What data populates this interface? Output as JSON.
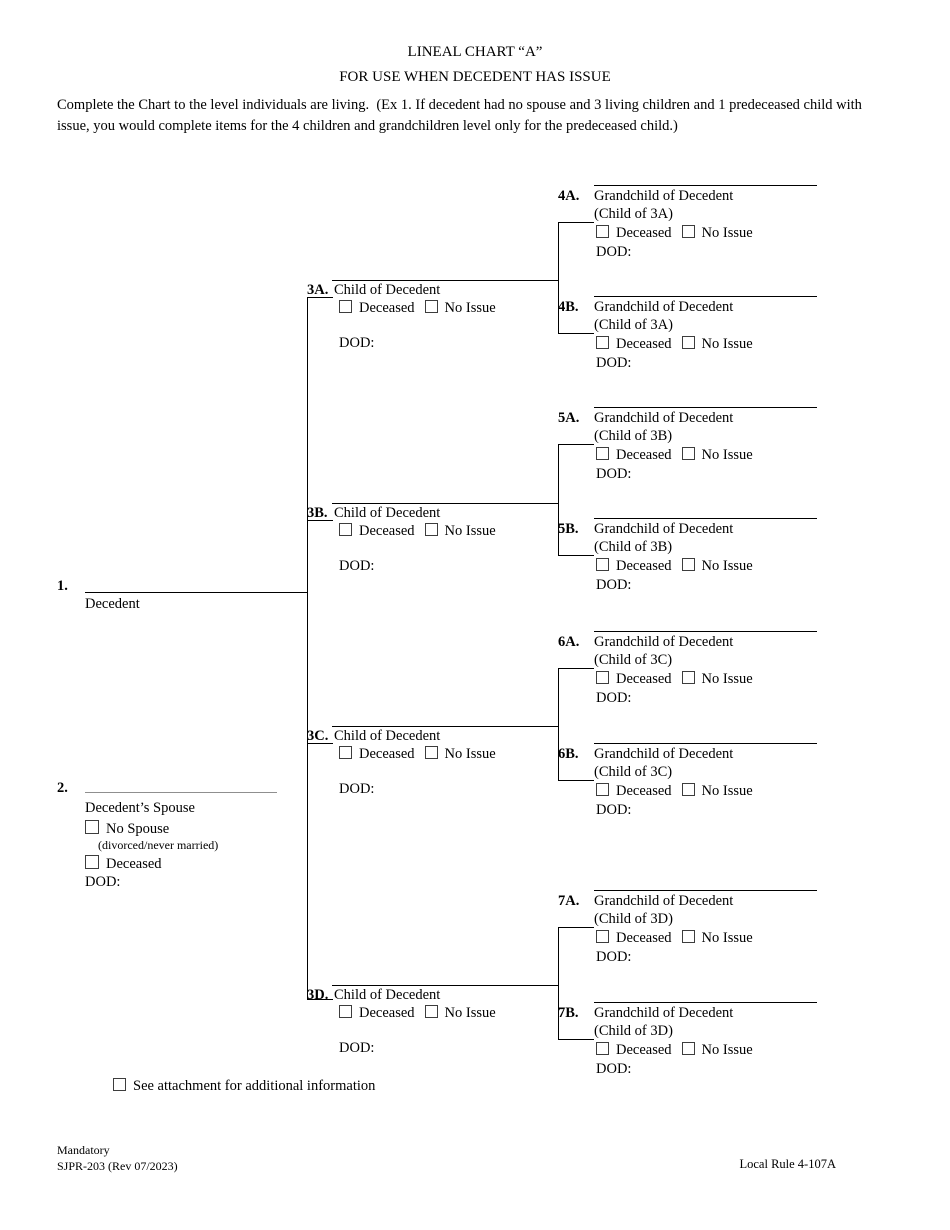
{
  "header": {
    "title_line1": "LINEAL CHART “A”",
    "title_line2": "FOR USE WHEN DECEDENT HAS ISSUE",
    "instructions": "Complete the Chart to the level individuals are living.  (Ex 1. If decedent had no spouse and 3 living children and 1 predeceased child with issue, you would complete items for the 4 children and grandchildren level only for the predeceased child.)"
  },
  "labels": {
    "deceased": "Deceased",
    "no_issue": "No Issue",
    "dod": "DOD:",
    "no_spouse": "No Spouse",
    "no_spouse_note": "(divorced/never married)"
  },
  "decedent": {
    "number": "1.",
    "role": "Decedent"
  },
  "spouse": {
    "number": "2.",
    "role": "Decedent’s Spouse"
  },
  "children": [
    {
      "label": "3A.",
      "role": "Child of Decedent"
    },
    {
      "label": "3B.",
      "role": "Child of Decedent"
    },
    {
      "label": "3C.",
      "role": "Child of Decedent"
    },
    {
      "label": "3D.",
      "role": "Child of Decedent"
    }
  ],
  "grandchildren": [
    {
      "label": "4A.",
      "role": "Grandchild of Decedent",
      "parent_ref": "(Child of 3A)"
    },
    {
      "label": "4B.",
      "role": "Grandchild of Decedent",
      "parent_ref": "(Child of 3A)"
    },
    {
      "label": "5A.",
      "role": "Grandchild of Decedent",
      "parent_ref": "(Child of 3B)"
    },
    {
      "label": "5B.",
      "role": "Grandchild of Decedent",
      "parent_ref": "(Child of 3B)"
    },
    {
      "label": "6A.",
      "role": "Grandchild of Decedent",
      "parent_ref": "(Child of 3C)"
    },
    {
      "label": "6B.",
      "role": "Grandchild of Decedent",
      "parent_ref": "(Child of 3C)"
    },
    {
      "label": "7A.",
      "role": "Grandchild of Decedent",
      "parent_ref": "(Child of 3D)"
    },
    {
      "label": "7B.",
      "role": "Grandchild of Decedent",
      "parent_ref": "(Child of 3D)"
    }
  ],
  "attachment": {
    "label": "See attachment for additional information"
  },
  "footer": {
    "left_line1": "Mandatory",
    "left_line2": "SJPR-203 (Rev 07/2023)",
    "right": "Local Rule 4-107A"
  }
}
